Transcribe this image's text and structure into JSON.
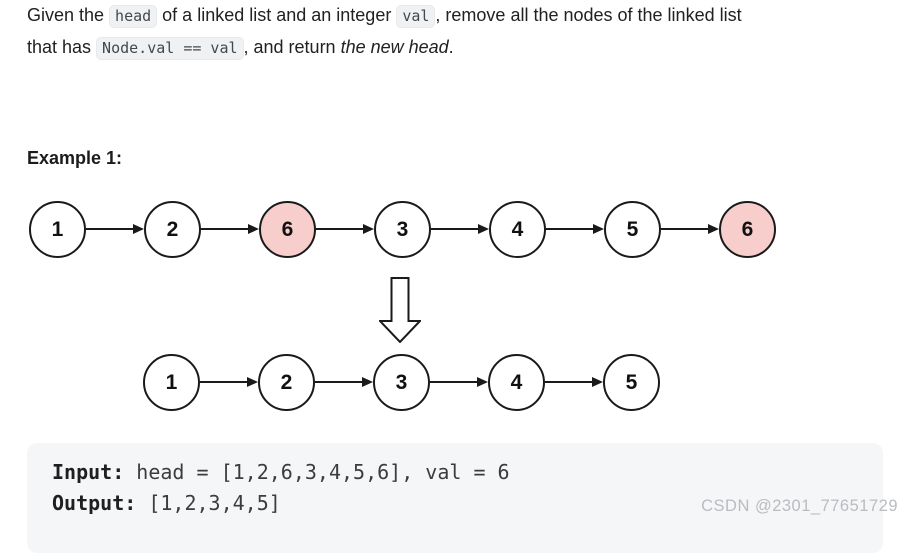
{
  "problem": {
    "statement_lines": [
      [
        {
          "t": "text",
          "v": "Given the "
        },
        {
          "t": "code",
          "v": "head"
        },
        {
          "t": "text",
          "v": " of a linked list and an integer "
        },
        {
          "t": "code",
          "v": "val"
        },
        {
          "t": "text",
          "v": ", remove all the nodes of the linked list"
        }
      ],
      [
        {
          "t": "text",
          "v": "that has "
        },
        {
          "t": "code",
          "v": "Node.val == val"
        },
        {
          "t": "text",
          "v": ", and return "
        },
        {
          "t": "em",
          "v": "the new head"
        },
        {
          "t": "text",
          "v": "."
        }
      ]
    ],
    "example_heading": "Example 1:"
  },
  "diagram": {
    "removed_value": 6,
    "highlight_color": "#f8cecc",
    "node_border_color": "#1a1a1a",
    "before": {
      "values": [
        1,
        2,
        6,
        3,
        4,
        5,
        6
      ]
    },
    "after": {
      "values": [
        1,
        2,
        3,
        4,
        5
      ]
    }
  },
  "example_io": {
    "lines": [
      {
        "label": "Input:",
        "value": " head = [1,2,6,3,4,5,6], val = 6"
      },
      {
        "label": "Output:",
        "value": " [1,2,3,4,5]"
      }
    ]
  },
  "watermark": {
    "text": "CSDN @2301_77651729",
    "color": "#b9bcc0"
  }
}
